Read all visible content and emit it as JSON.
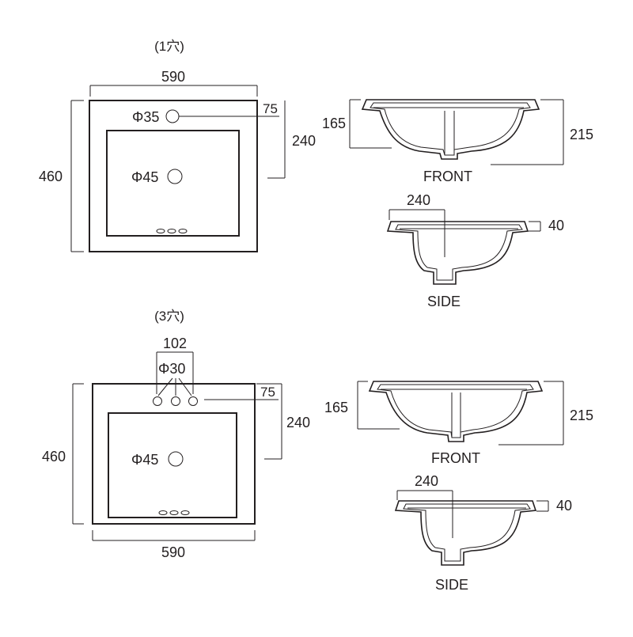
{
  "top": {
    "caption": "(1穴)",
    "width": "590",
    "height": "460",
    "tap_hole": "Φ35",
    "tap_offset": "75",
    "tap_depth": "240",
    "drain_hole": "Φ45",
    "front": {
      "label": "FRONT",
      "outer_height": "165",
      "total_height": "215"
    },
    "side": {
      "label": "SIDE",
      "rim_width": "240",
      "rim_height": "40"
    }
  },
  "bottom": {
    "caption": "(3穴)",
    "spread": "102",
    "tap_hole": "Φ30",
    "tap_offset": "75",
    "tap_depth": "240",
    "drain_hole": "Φ45",
    "height": "460",
    "width": "590",
    "front": {
      "label": "FRONT",
      "outer_height": "165",
      "total_height": "215"
    },
    "side": {
      "label": "SIDE",
      "rim_width": "240",
      "rim_height": "40"
    }
  }
}
